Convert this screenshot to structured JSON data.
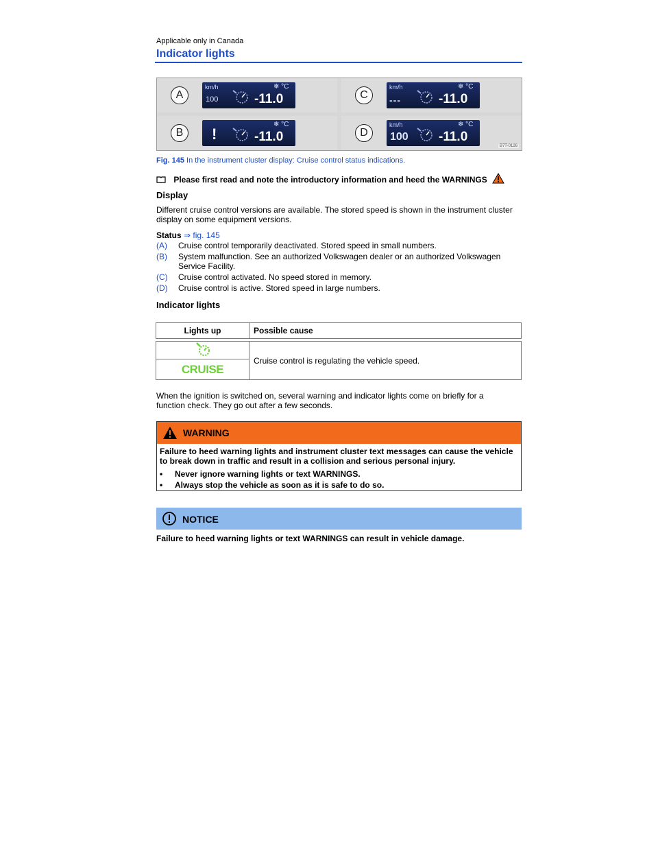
{
  "header": {
    "section_label": "Applicable only in Canada",
    "title": "Indicator lights"
  },
  "figure": {
    "code": "B7T-0126",
    "cells": [
      {
        "letter": "A",
        "unit": "km/h",
        "speed": "100",
        "temp": "-11.0"
      },
      {
        "letter": "B",
        "unit": "",
        "speed": "!",
        "temp": "-11.0"
      },
      {
        "letter": "C",
        "unit": "km/h",
        "speed": "---",
        "temp": "-11.0"
      },
      {
        "letter": "D",
        "unit": "km/h",
        "speed": "100",
        "temp": "-11.0"
      }
    ],
    "temp_unit": "°C",
    "caption_label": "Fig. 145",
    "caption_text": "In the instrument cluster display: Cruise control status indications."
  },
  "read_first": "Please first read and note the introductory information and heed the WARNINGS",
  "display_section": {
    "heading": "Display",
    "body": "Different cruise control versions are available. The stored speed is shown in the instrument cluster display on some equipment versions."
  },
  "status": {
    "label": "Status",
    "ref": "⇒ fig. 145",
    "items": [
      {
        "tag": "(A)",
        "text": "Cruise control temporarily deactivated. Stored speed in small numbers."
      },
      {
        "tag": "(B)",
        "text": "System malfunction. See an authorized Volkswagen dealer or an authorized Volkswagen Service Facility."
      },
      {
        "tag": "(C)",
        "text": "Cruise control activated. No speed stored in memory."
      },
      {
        "tag": "(D)",
        "text": "Cruise control is active. Stored speed in large numbers."
      }
    ]
  },
  "indicator_section": {
    "heading": "Indicator lights",
    "col1": "Lights up",
    "col2": "Possible cause",
    "cruise_word": "CRUISE",
    "cause": "Cruise control is regulating the vehicle speed.",
    "icon_color": "#6fd13a"
  },
  "ignition_note": "When the ignition is switched on, several warning and indicator lights come on briefly for a function check. They go out after a few seconds.",
  "warning": {
    "title": "WARNING",
    "body": "Failure to heed warning lights and instrument cluster text messages can cause the vehicle to break down in traffic and result in a collision and serious personal injury.",
    "bullets": [
      "Never ignore warning lights or text WARNINGS.",
      "Always stop the vehicle as soon as it is safe to do so."
    ],
    "color": "#f26b1d"
  },
  "notice": {
    "title": "NOTICE",
    "body": "Failure to heed warning lights or text WARNINGS can result in vehicle damage.",
    "color": "#8cb8ec"
  }
}
